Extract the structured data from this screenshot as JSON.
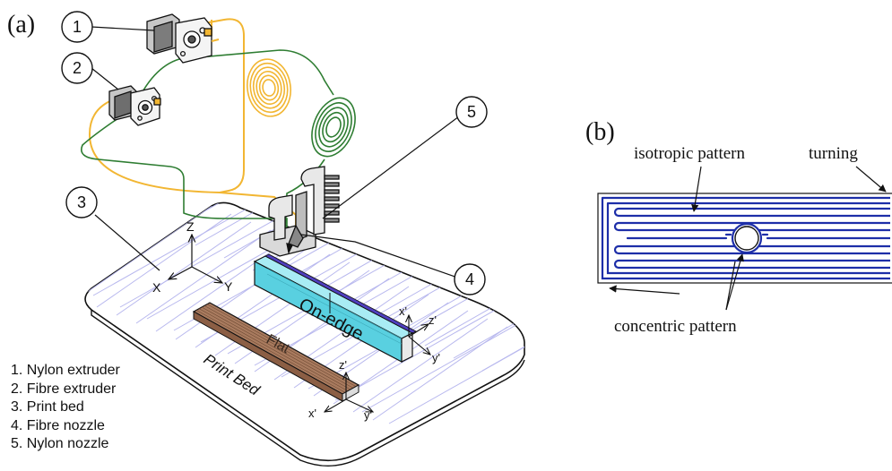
{
  "panel_a": {
    "label": "(a)",
    "callouts": [
      "1",
      "2",
      "3",
      "4",
      "5"
    ],
    "axes_main": {
      "z": "Z",
      "x": "X",
      "y": "Y"
    },
    "axes_onedge": {
      "z": "x'",
      "x": "z'",
      "y": "y'"
    },
    "axes_flat": {
      "z": "z'",
      "x": "x'",
      "y": "y'"
    },
    "bed_label": "Print Bed",
    "onedge_label": "On-edge",
    "flat_label": "Flat",
    "legend": [
      "1. Nylon extruder",
      "2. Fibre extruder",
      "3. Print bed",
      "4. Fibre nozzle",
      "5. Nylon nozzle"
    ],
    "colors": {
      "nylon": "#f2b632",
      "fibre": "#2e7d32",
      "bed_grid": "#b8b8ee",
      "onedge": "#59d0e0",
      "flat": "#a97b5f",
      "pattern": "#1d2ea8"
    }
  },
  "panel_b": {
    "label": "(b)",
    "isotropic": "isotropic pattern",
    "turning": "turning",
    "concentric": "concentric pattern"
  }
}
